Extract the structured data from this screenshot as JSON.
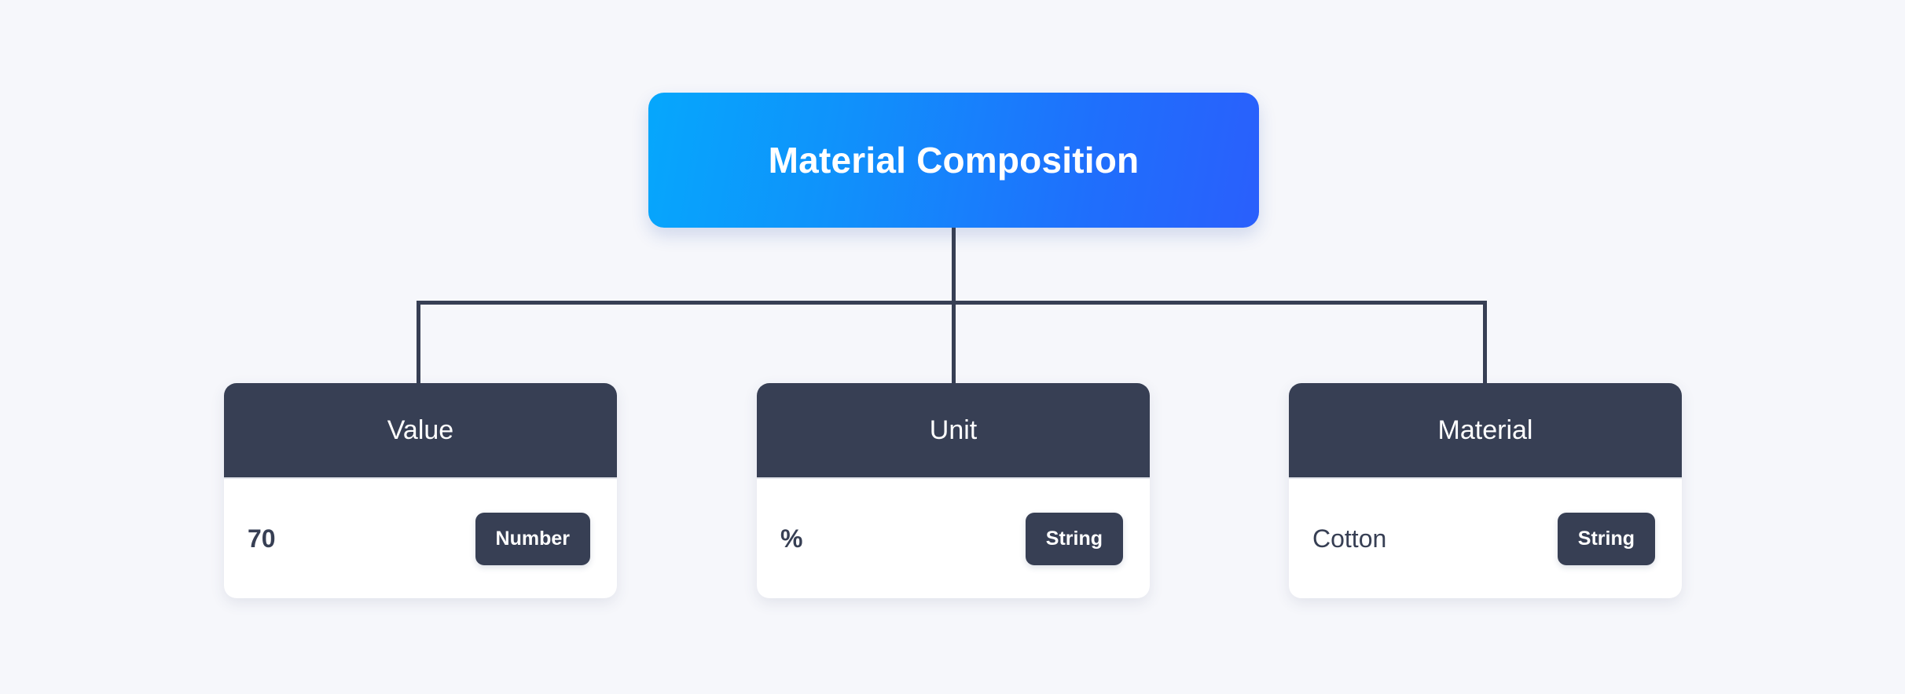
{
  "background_color": "#f6f7fb",
  "connector_color": "#373f54",
  "root": {
    "label": "Material Composition",
    "gradient_start": "#06a7fc",
    "gradient_end": "#2a5ffc",
    "text_color": "#ffffff"
  },
  "children": [
    {
      "title": "Value",
      "value": "70",
      "type_badge": "Number",
      "header_color": "#373f54",
      "badge_color": "#373f54"
    },
    {
      "title": "Unit",
      "value": "%",
      "type_badge": "String",
      "header_color": "#373f54",
      "badge_color": "#373f54"
    },
    {
      "title": "Material",
      "value": "Cotton",
      "type_badge": "String",
      "header_color": "#373f54",
      "badge_color": "#373f54"
    }
  ]
}
